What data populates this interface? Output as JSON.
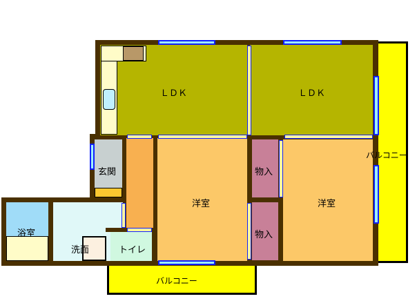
{
  "rooms": {
    "ldk_left": "ＬＤＫ",
    "ldk_right": "ＬＤＫ",
    "entrance": "玄関",
    "western_room_left": "洋室",
    "western_room_right": "洋室",
    "closet_upper": "物入",
    "closet_lower": "物入",
    "bathroom": "浴室",
    "washroom": "洗面",
    "toilet": "トイレ",
    "balcony_right": "バルコニー",
    "balcony_bottom": "バルコニー"
  },
  "colors": {
    "wall": "#4a3000",
    "ldk": "#b5b500",
    "western_room": "#fcc868",
    "hallway": "#f8b050",
    "closet": "#c88098",
    "entrance": "#c8d0d0",
    "bathroom": "#a0dcf8",
    "washroom": "#e0f8f8",
    "toilet": "#d0f8e0",
    "balcony": "#ffff00",
    "window": "#1020ff"
  }
}
